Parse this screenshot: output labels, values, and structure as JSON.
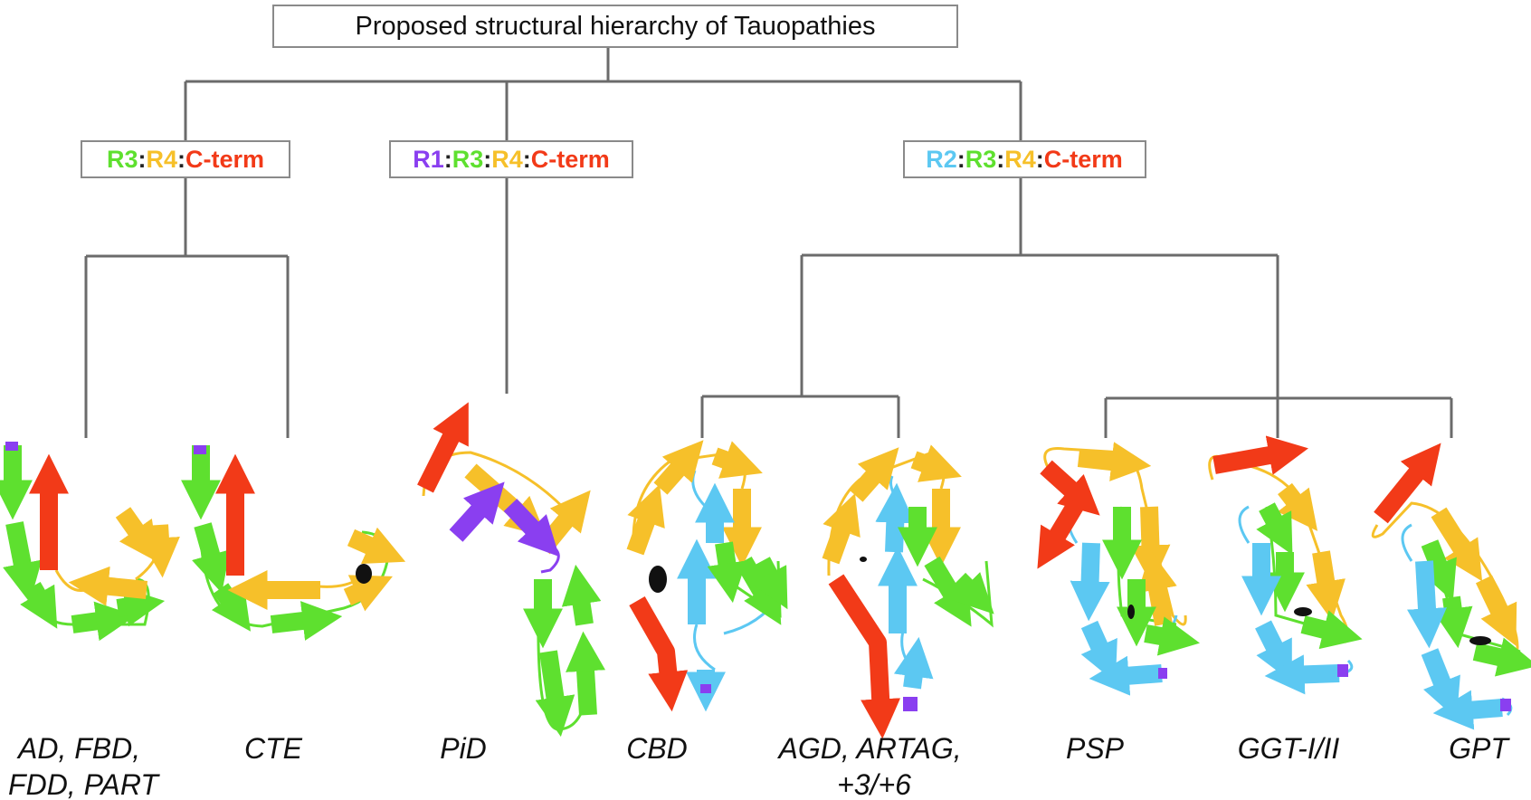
{
  "title": "Proposed structural hierarchy of Tauopathies",
  "colors": {
    "R1": "#8a3ff0",
    "R2": "#5cc8f2",
    "R3": "#5ee02f",
    "R4": "#f6c02a",
    "C-term": "#f23a18",
    "separator": "#222222",
    "density": "#111111",
    "tree_line": "#6b6b6b"
  },
  "groups": [
    {
      "segments": [
        {
          "text": "R3",
          "color_key": "R3"
        },
        {
          "text": ":",
          "color_key": "separator"
        },
        {
          "text": "R4",
          "color_key": "R4"
        },
        {
          "text": ":",
          "color_key": "separator"
        },
        {
          "text": "C-term",
          "color_key": "C-term"
        }
      ]
    },
    {
      "segments": [
        {
          "text": "R1",
          "color_key": "R1"
        },
        {
          "text": ":",
          "color_key": "separator"
        },
        {
          "text": "R3",
          "color_key": "R3"
        },
        {
          "text": ":",
          "color_key": "separator"
        },
        {
          "text": "R4",
          "color_key": "R4"
        },
        {
          "text": ":",
          "color_key": "separator"
        },
        {
          "text": "C-term",
          "color_key": "C-term"
        }
      ]
    },
    {
      "segments": [
        {
          "text": "R2",
          "color_key": "R2"
        },
        {
          "text": ":",
          "color_key": "separator"
        },
        {
          "text": "R3",
          "color_key": "R3"
        },
        {
          "text": ":",
          "color_key": "separator"
        },
        {
          "text": "R4",
          "color_key": "R4"
        },
        {
          "text": ":",
          "color_key": "separator"
        },
        {
          "text": "C-term",
          "color_key": "C-term"
        }
      ]
    }
  ],
  "diseases": [
    {
      "lines": [
        "AD, FBD,",
        "FDD, PART"
      ]
    },
    {
      "lines": [
        "CTE"
      ]
    },
    {
      "lines": [
        "PiD"
      ]
    },
    {
      "lines": [
        "CBD"
      ]
    },
    {
      "lines": [
        "AGD, ARTAG,",
        "+3/+6"
      ]
    },
    {
      "lines": [
        "PSP"
      ]
    },
    {
      "lines": [
        "GGT-I/II"
      ]
    },
    {
      "lines": [
        "GPT"
      ]
    }
  ]
}
